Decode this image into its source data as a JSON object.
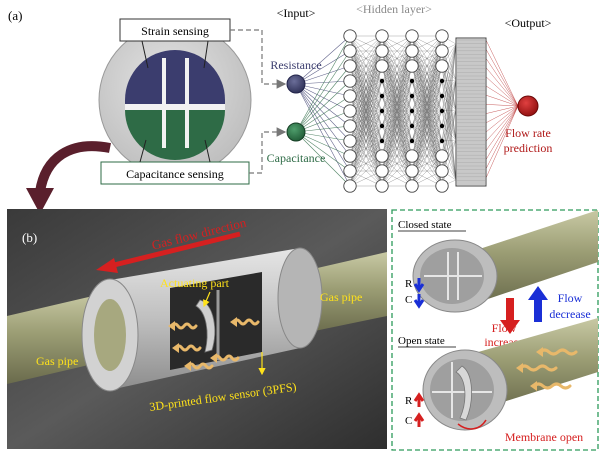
{
  "panel_a": {
    "label": "(a)",
    "strain_sensing": "Strain sensing",
    "capacitance_sensing": "Capacitance sensing",
    "input_header": "<Input>",
    "hidden_header": "<Hidden layer>",
    "output_header": "<Output>",
    "resistance": "Resistance",
    "capacitance": "Capacitance",
    "output_line1": "Flow rate",
    "output_line2": "prediction"
  },
  "panel_b": {
    "label": "(b)",
    "gas_flow_direction": "Gas flow direction",
    "actuating_part": "Actuating part",
    "gas_pipe_right": "Gas pipe",
    "gas_pipe_left": "Gas pipe",
    "sensor_label": "3D-printed flow sensor (3PFS)",
    "closed_state": "Closed state",
    "open_state": "Open state",
    "R": "R",
    "C": "C",
    "flow_increase_1": "Flow",
    "flow_increase_2": "increase",
    "flow_decrease_1": "Flow",
    "flow_decrease_2": "decrease",
    "membrane_open": "Membrane open"
  },
  "colors": {
    "strain": "#3b3d6e",
    "capacitance": "#2e6b46",
    "output_node": "#b01818",
    "accent_red": "#d62020",
    "accent_blue": "#1a2fd6",
    "label_yellow": "#ffe21a",
    "dashed_frame": "#2d9a5a"
  }
}
